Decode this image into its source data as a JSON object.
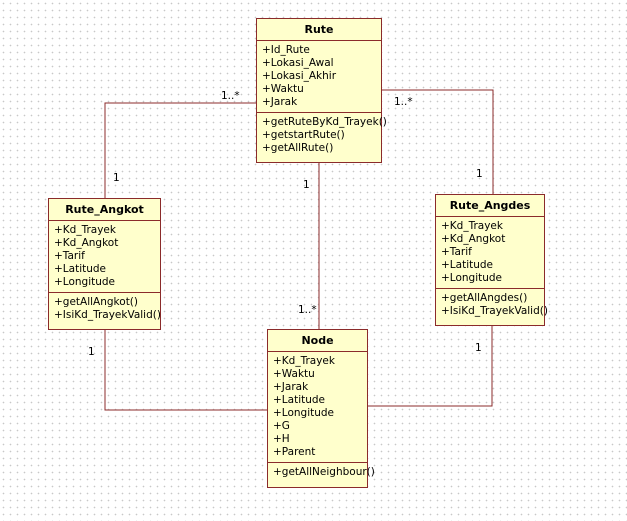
{
  "classes": {
    "rute": {
      "name": "Rute",
      "attributes": [
        "+Id_Rute",
        "+Lokasi_Awal",
        "+Lokasi_Akhir",
        "+Waktu",
        "+Jarak"
      ],
      "operations": [
        "+getRuteByKd_Trayek()",
        "+getstartRute()",
        "+getAllRute()"
      ]
    },
    "rute_angkot": {
      "name": "Rute_Angkot",
      "attributes": [
        "+Kd_Trayek",
        "+Kd_Angkot",
        "+Tarif",
        "+Latitude",
        "+Longitude"
      ],
      "operations": [
        "+getAllAngkot()",
        "+IsiKd_TrayekValid()"
      ]
    },
    "rute_angdes": {
      "name": "Rute_Angdes",
      "attributes": [
        "+Kd_Trayek",
        "+Kd_Angkot",
        "+Tarif",
        "+Latitude",
        "+Longitude"
      ],
      "operations": [
        "+getAllAngdes()",
        "+IsiKd_TrayekValid()"
      ]
    },
    "node": {
      "name": "Node",
      "attributes": [
        "+Kd_Trayek",
        "+Waktu",
        "+Jarak",
        "+Latitude",
        "+Longitude",
        "+G",
        "+H",
        "+Parent"
      ],
      "operations": [
        "+getAllNeighbour()"
      ]
    }
  },
  "multiplicities": {
    "rute_angkot_rute_end": "1..*",
    "rute_angkot_angkot_end": "1",
    "rute_angdes_rute_end": "1..*",
    "rute_angdes_angdes_end": "1",
    "rute_node_rute_end": "1",
    "rute_node_node_end": "1..*",
    "angkot_node_angkot_end": "1",
    "angdes_node_angdes_end": "1"
  },
  "colors": {
    "class_fill": "#ffffcc",
    "line": "#8b2b2b"
  }
}
